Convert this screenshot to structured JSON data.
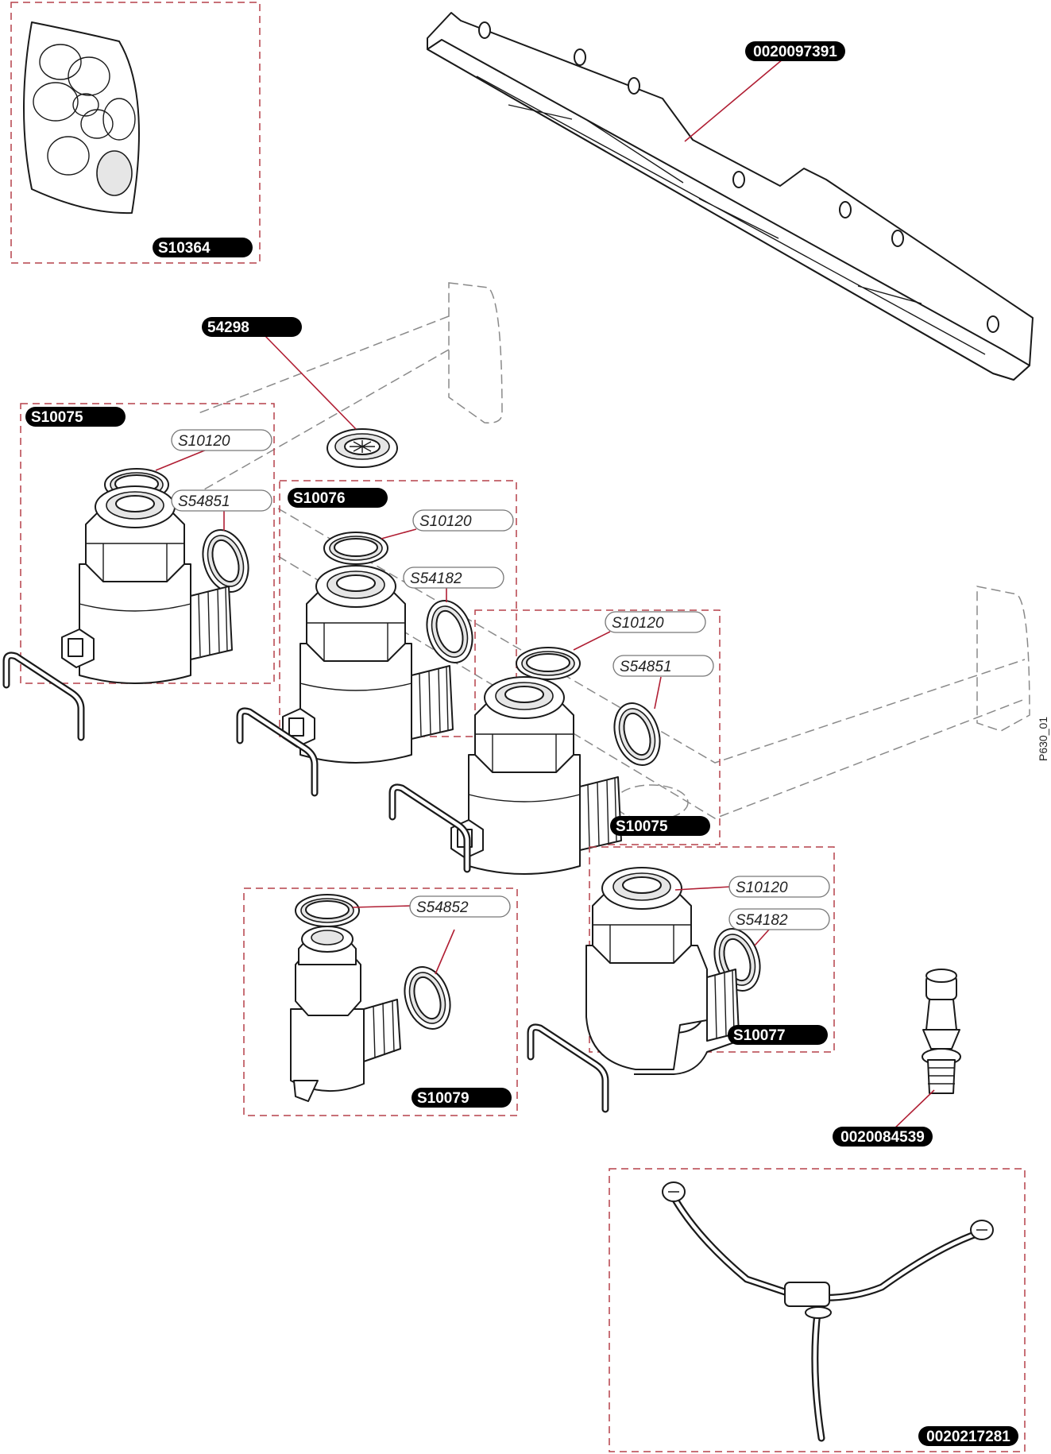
{
  "drawing_id": "P630_01",
  "parts": {
    "bracket": "0020097391",
    "seal_kit": "S10364",
    "washer_top": "54298",
    "tap_a": "S10075",
    "tap_b": "S10076",
    "tap_c": "S10075",
    "tap_d": "S10077",
    "tap_e": "S10079",
    "nozzle": "0020084539",
    "harness": "0020217281"
  },
  "gaskets": {
    "a1": "S10120",
    "a2": "S54851",
    "b1": "S10120",
    "b2": "S54182",
    "c1": "S10120",
    "c2": "S54851",
    "d1": "S10120",
    "d2": "S54182",
    "e1": "S54852"
  }
}
